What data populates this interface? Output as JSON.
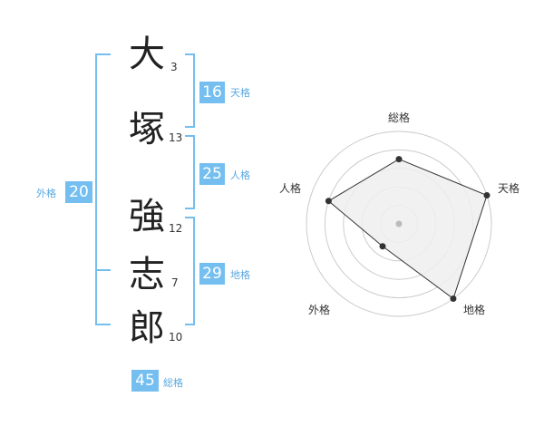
{
  "name": {
    "chars": [
      {
        "char": "大",
        "strokes": "3"
      },
      {
        "char": "塚",
        "strokes": "13"
      },
      {
        "char": "強",
        "strokes": "12"
      },
      {
        "char": "志",
        "strokes": "7"
      },
      {
        "char": "郎",
        "strokes": "10"
      }
    ]
  },
  "kakusu": {
    "tenkaku": {
      "value": "16",
      "label": "天格"
    },
    "jinkaku": {
      "value": "25",
      "label": "人格"
    },
    "chikaku": {
      "value": "29",
      "label": "地格"
    },
    "gaikaku": {
      "value": "20",
      "label": "外格"
    },
    "soukaku": {
      "value": "45",
      "label": "総格"
    }
  },
  "chart_data": {
    "type": "radar",
    "axes": [
      "総格",
      "天格",
      "地格",
      "外格",
      "人格"
    ],
    "values": [
      0.7,
      1.0,
      1.0,
      0.3,
      0.8
    ],
    "rings": 5,
    "colors": {
      "grid": "#cccccc",
      "fill": "#eeeeee",
      "line": "#333333",
      "point": "#333333",
      "center": "#bbbbbb"
    }
  }
}
